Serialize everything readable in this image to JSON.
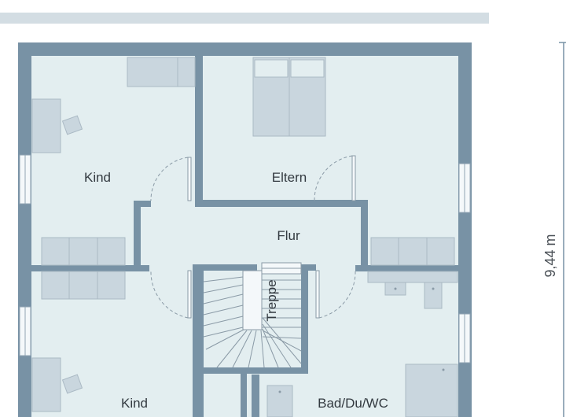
{
  "rooms": {
    "kind_top": "Kind",
    "eltern": "Eltern",
    "flur": "Flur",
    "treppe": "Treppe",
    "kind_bottom": "Kind",
    "bad": "Bad/Du/WC"
  },
  "dimension": {
    "depth_label": "9,44 m"
  },
  "colors": {
    "wall": "#7892a5",
    "floor": "#e3eef0",
    "furniture": "#c9d6de",
    "furniture_line": "#aab9c4",
    "door_line": "#8a9aa6",
    "header_bar": "#d3dde3"
  }
}
